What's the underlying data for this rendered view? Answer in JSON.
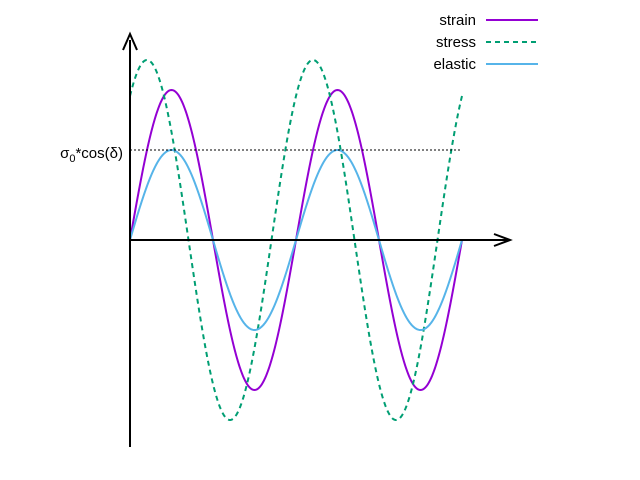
{
  "chart_data": {
    "type": "line",
    "title": "",
    "xlabel": "",
    "ylabel": "",
    "grid": false,
    "legend_position": "top-right",
    "xlim": [
      0,
      2
    ],
    "ylim": [
      -1.25,
      1.5
    ],
    "reference_line": {
      "label_base": "σ",
      "label_sub": "0",
      "label_rest": "*cos(δ)",
      "y": 0.6
    },
    "series": [
      {
        "name": "strain",
        "color": "#9400d3",
        "dash": false,
        "amplitude": 1.0,
        "phase": 0.0,
        "periods": 2
      },
      {
        "name": "stress",
        "color": "#009e73",
        "dash": true,
        "amplitude": 1.2,
        "phase": 0.9273,
        "periods": 2
      },
      {
        "name": "elastic",
        "color": "#56b4e9",
        "dash": false,
        "amplitude": 0.6,
        "phase": 0.0,
        "periods": 2
      }
    ]
  }
}
